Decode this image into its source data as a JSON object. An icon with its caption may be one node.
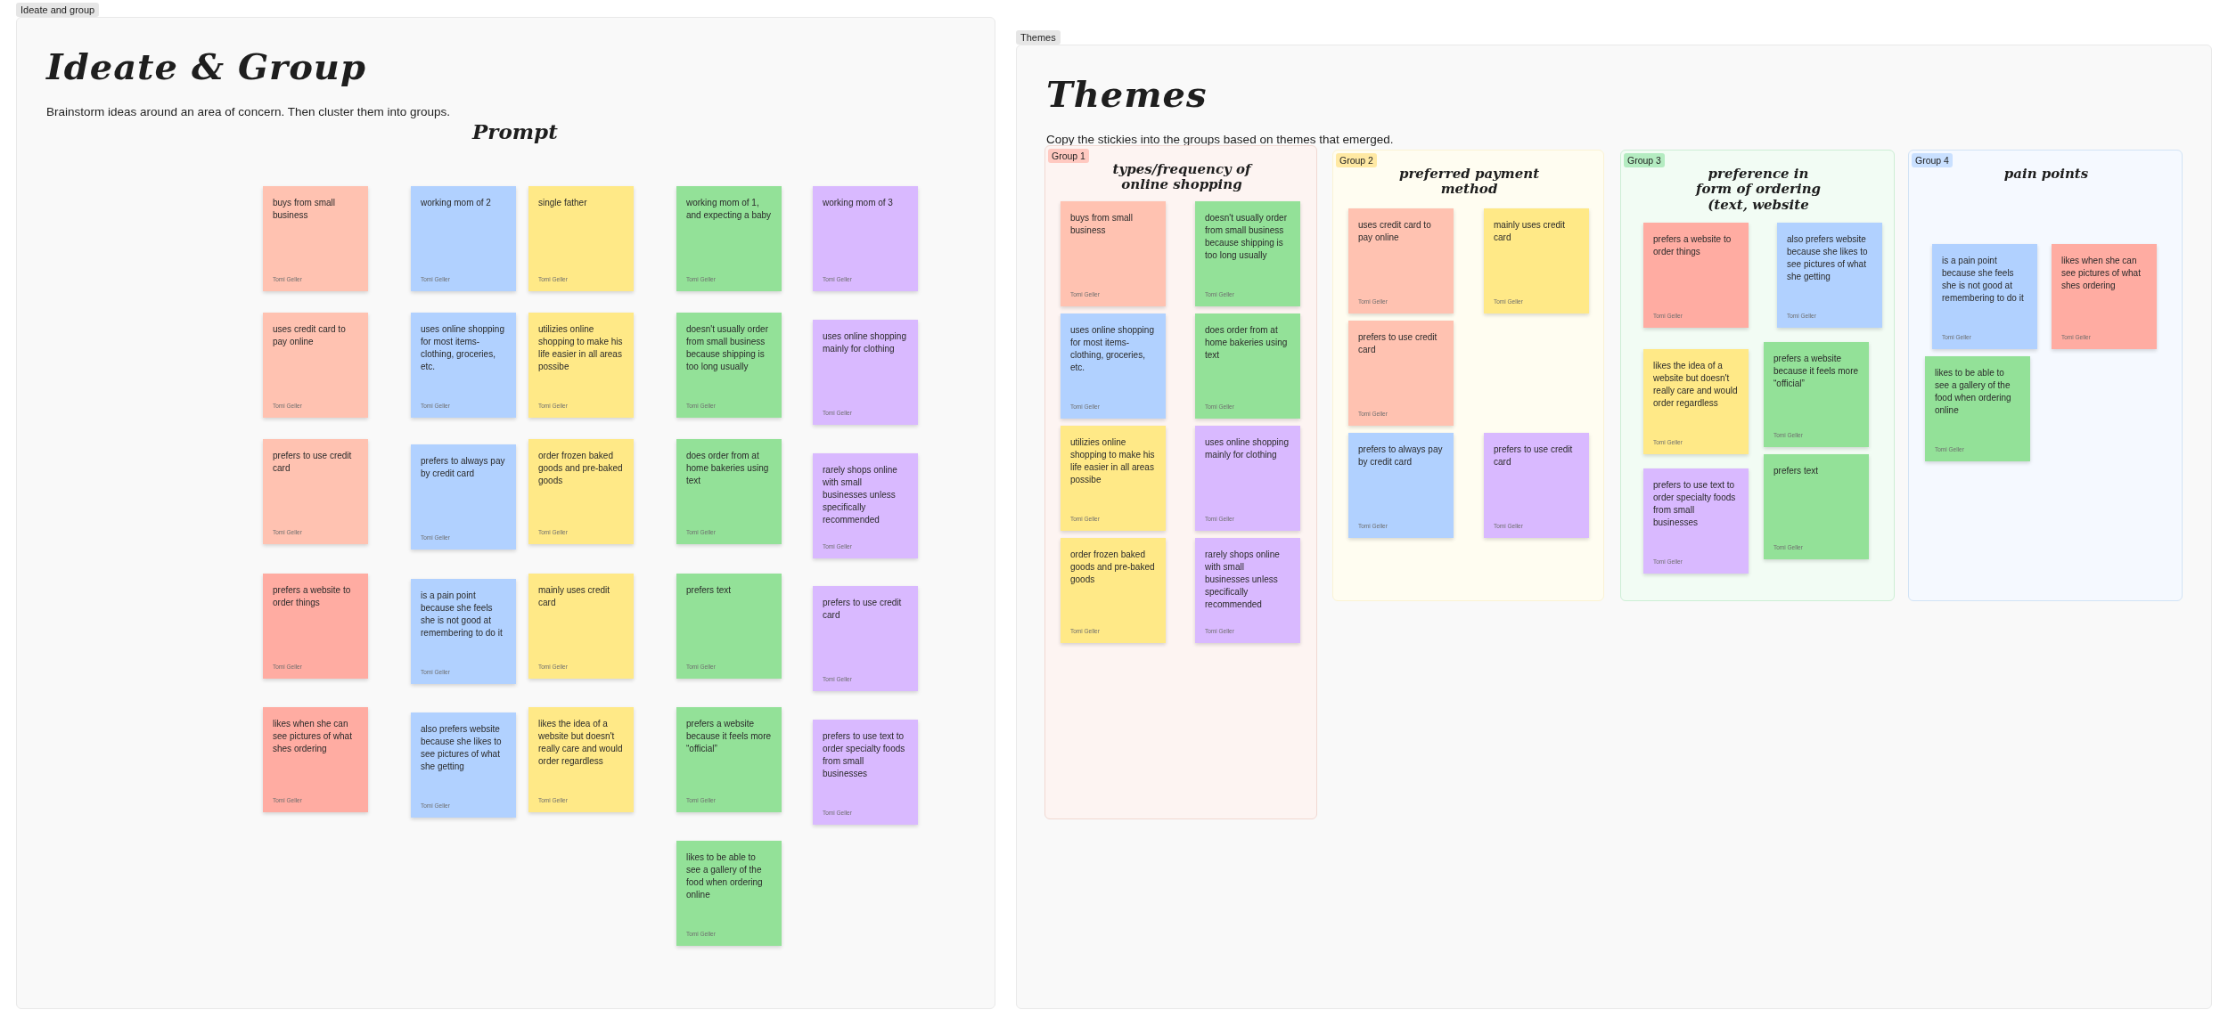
{
  "diagram": {
    "nodes": [
      {
        "text": [
          "Ideate and group",
          "Ideate & Group",
          "Brainstorm ideas around an area of concern. Then cluster them into groups.",
          "Prompt"
        ]
      },
      {
        "text": [
          "buys from small business",
          "Tomi Geller"
        ],
        "in": 0
      },
      {
        "text": [
          "uses credit card to pay online",
          "Tomi Geller"
        ],
        "in": 0
      },
      {
        "text": [
          "prefers to use credit card",
          "Tomi Geller"
        ],
        "in": 0
      },
      {
        "text": [
          "prefers a website to order things",
          "Tomi Geller"
        ],
        "in": 0
      },
      {
        "text": [
          "likes when she can see pictures of what shes ordering",
          "Tomi Geller"
        ],
        "in": 0
      },
      {
        "text": [
          "working mom of 2",
          "Tomi Geller"
        ],
        "in": 0
      },
      {
        "text": [
          "uses online shopping for most items- clothing, groceries, etc.",
          "Tomi Geller"
        ],
        "in": 0
      },
      {
        "text": [
          "prefers to always pay by credit card",
          "Tomi Geller"
        ],
        "in": 0
      },
      {
        "text": [
          "is a pain point because she feels she is not good at remembering to do it",
          "Tomi Geller"
        ],
        "in": 0
      },
      {
        "text": [
          "also prefers website because she likes to see pictures of what she getting",
          "Tomi Geller"
        ],
        "in": 0
      },
      {
        "text": [
          "single father",
          "Tomi Geller"
        ],
        "in": 0
      },
      {
        "text": [
          "utilizies online shopping to make his life easier in all areas possibe",
          "Tomi Geller"
        ],
        "in": 0
      },
      {
        "text": [
          "order frozen baked goods and pre-baked goods",
          "Tomi Geller"
        ],
        "in": 0
      },
      {
        "text": [
          "mainly uses credit card",
          "Tomi Geller"
        ],
        "in": 0
      },
      {
        "text": [
          "likes the idea of a website but doesn't really care and would order regardless",
          "Tomi Geller"
        ],
        "in": 0
      },
      {
        "text": [
          "working mom of 1, and expecting a baby",
          "Tomi Geller"
        ],
        "in": 0
      },
      {
        "text": [
          "doesn't usually order from small business because shipping is too long usually",
          "Tomi Geller"
        ],
        "in": 0
      },
      {
        "text": [
          "does order from at home bakeries using text",
          "Tomi Geller"
        ],
        "in": 0
      },
      {
        "text": [
          "prefers text",
          "Tomi Geller"
        ],
        "in": 0
      },
      {
        "text": [
          "prefers a website because it feels more “official”",
          "Tomi Geller"
        ],
        "in": 0
      },
      {
        "text": [
          "likes to be able to see a gallery of the food when ordering online",
          "Tomi Geller"
        ],
        "in": 0
      },
      {
        "text": [
          "working mom of 3",
          "Tomi Geller"
        ],
        "in": 0
      },
      {
        "text": [
          "uses online shopping mainly for clothing",
          "Tomi Geller"
        ],
        "in": 0
      },
      {
        "text": [
          "rarely shops online with small businesses unless specifically recommended",
          "Tomi Geller"
        ],
        "in": 0
      },
      {
        "text": [
          "prefers to use credit card",
          "Tomi Geller"
        ],
        "in": 0
      },
      {
        "text": [
          "prefers to use text to order specialty foods from small businesses",
          "Tomi Geller"
        ],
        "in": 0
      },
      {
        "text": [
          "Themes",
          "Themes",
          "Copy the stickies into the groups based on themes that emerged."
        ]
      },
      {
        "text": [
          "Group 1",
          "types/frequency of online shopping"
        ],
        "in": 27
      },
      {
        "text": [
          "buys from small business",
          "Tomi Geller"
        ],
        "in": 28
      },
      {
        "text": [
          "uses online shopping for most items- clothing, groceries, etc.",
          "Tomi Geller"
        ],
        "in": 28
      },
      {
        "text": [
          "utilizies online shopping to make his life easier in all areas possibe",
          "Tomi Geller"
        ],
        "in": 28
      },
      {
        "text": [
          "order frozen baked goods and pre-baked goods",
          "Tomi Geller"
        ],
        "in": 28
      },
      {
        "text": [
          "doesn't usually order from small business because shipping is too long usually",
          "Tomi Geller"
        ],
        "in": 28
      },
      {
        "text": [
          "does order from at home bakeries using text",
          "Tomi Geller"
        ],
        "in": 28
      },
      {
        "text": [
          "uses online shopping mainly for clothing",
          "Tomi Geller"
        ],
        "in": 28
      },
      {
        "text": [
          "rarely shops online with small businesses unless specifically recommended",
          "Tomi Geller"
        ],
        "in": 28
      },
      {
        "text": [
          "Group 2",
          "preferred payment method"
        ],
        "in": 27
      },
      {
        "text": [
          "uses credit card to pay online",
          "Tomi Geller"
        ],
        "in": 37
      },
      {
        "text": [
          "prefers to use credit card",
          "Tomi Geller"
        ],
        "in": 37
      },
      {
        "text": [
          "mainly uses credit card",
          "Tomi Geller"
        ],
        "in": 37
      },
      {
        "text": [
          "prefers to always pay by credit card",
          "Tomi Geller"
        ],
        "in": 37
      },
      {
        "text": [
          "prefers to use credit card",
          "Tomi Geller"
        ],
        "in": 37
      },
      {
        "text": [
          "Group 3",
          "preference in form of ordering (text, website"
        ],
        "in": 27
      },
      {
        "text": [
          "prefers a website to order things",
          "Tomi Geller"
        ],
        "in": 43
      },
      {
        "text": [
          "also prefers website because she likes to see pictures of what she getting",
          "Tomi Geller"
        ],
        "in": 43
      },
      {
        "text": [
          "likes the idea of a website but doesn't really care and would order regardless",
          "Tomi Geller"
        ],
        "in": 43
      },
      {
        "text": [
          "prefers a website because it feels more “official”",
          "Tomi Geller"
        ],
        "in": 43
      },
      {
        "text": [
          "prefers to use text to order specialty foods from small businesses",
          "Tomi Geller"
        ],
        "in": 43
      },
      {
        "text": [
          "prefers text",
          "Tomi Geller"
        ],
        "in": 43
      },
      {
        "text": [
          "Group 4",
          "pain points"
        ],
        "in": 27
      },
      {
        "text": [
          "is a pain point because she feels she is not good at remembering to do it",
          "Tomi Geller"
        ],
        "in": 50
      },
      {
        "text": [
          "likes when she can see pictures of what shes ordering",
          "Tomi Geller"
        ],
        "in": 50
      },
      {
        "text": [
          "likes to be able to see a gallery of the food when ordering online",
          "Tomi Geller"
        ],
        "in": 50
      }
    ]
  }
}
